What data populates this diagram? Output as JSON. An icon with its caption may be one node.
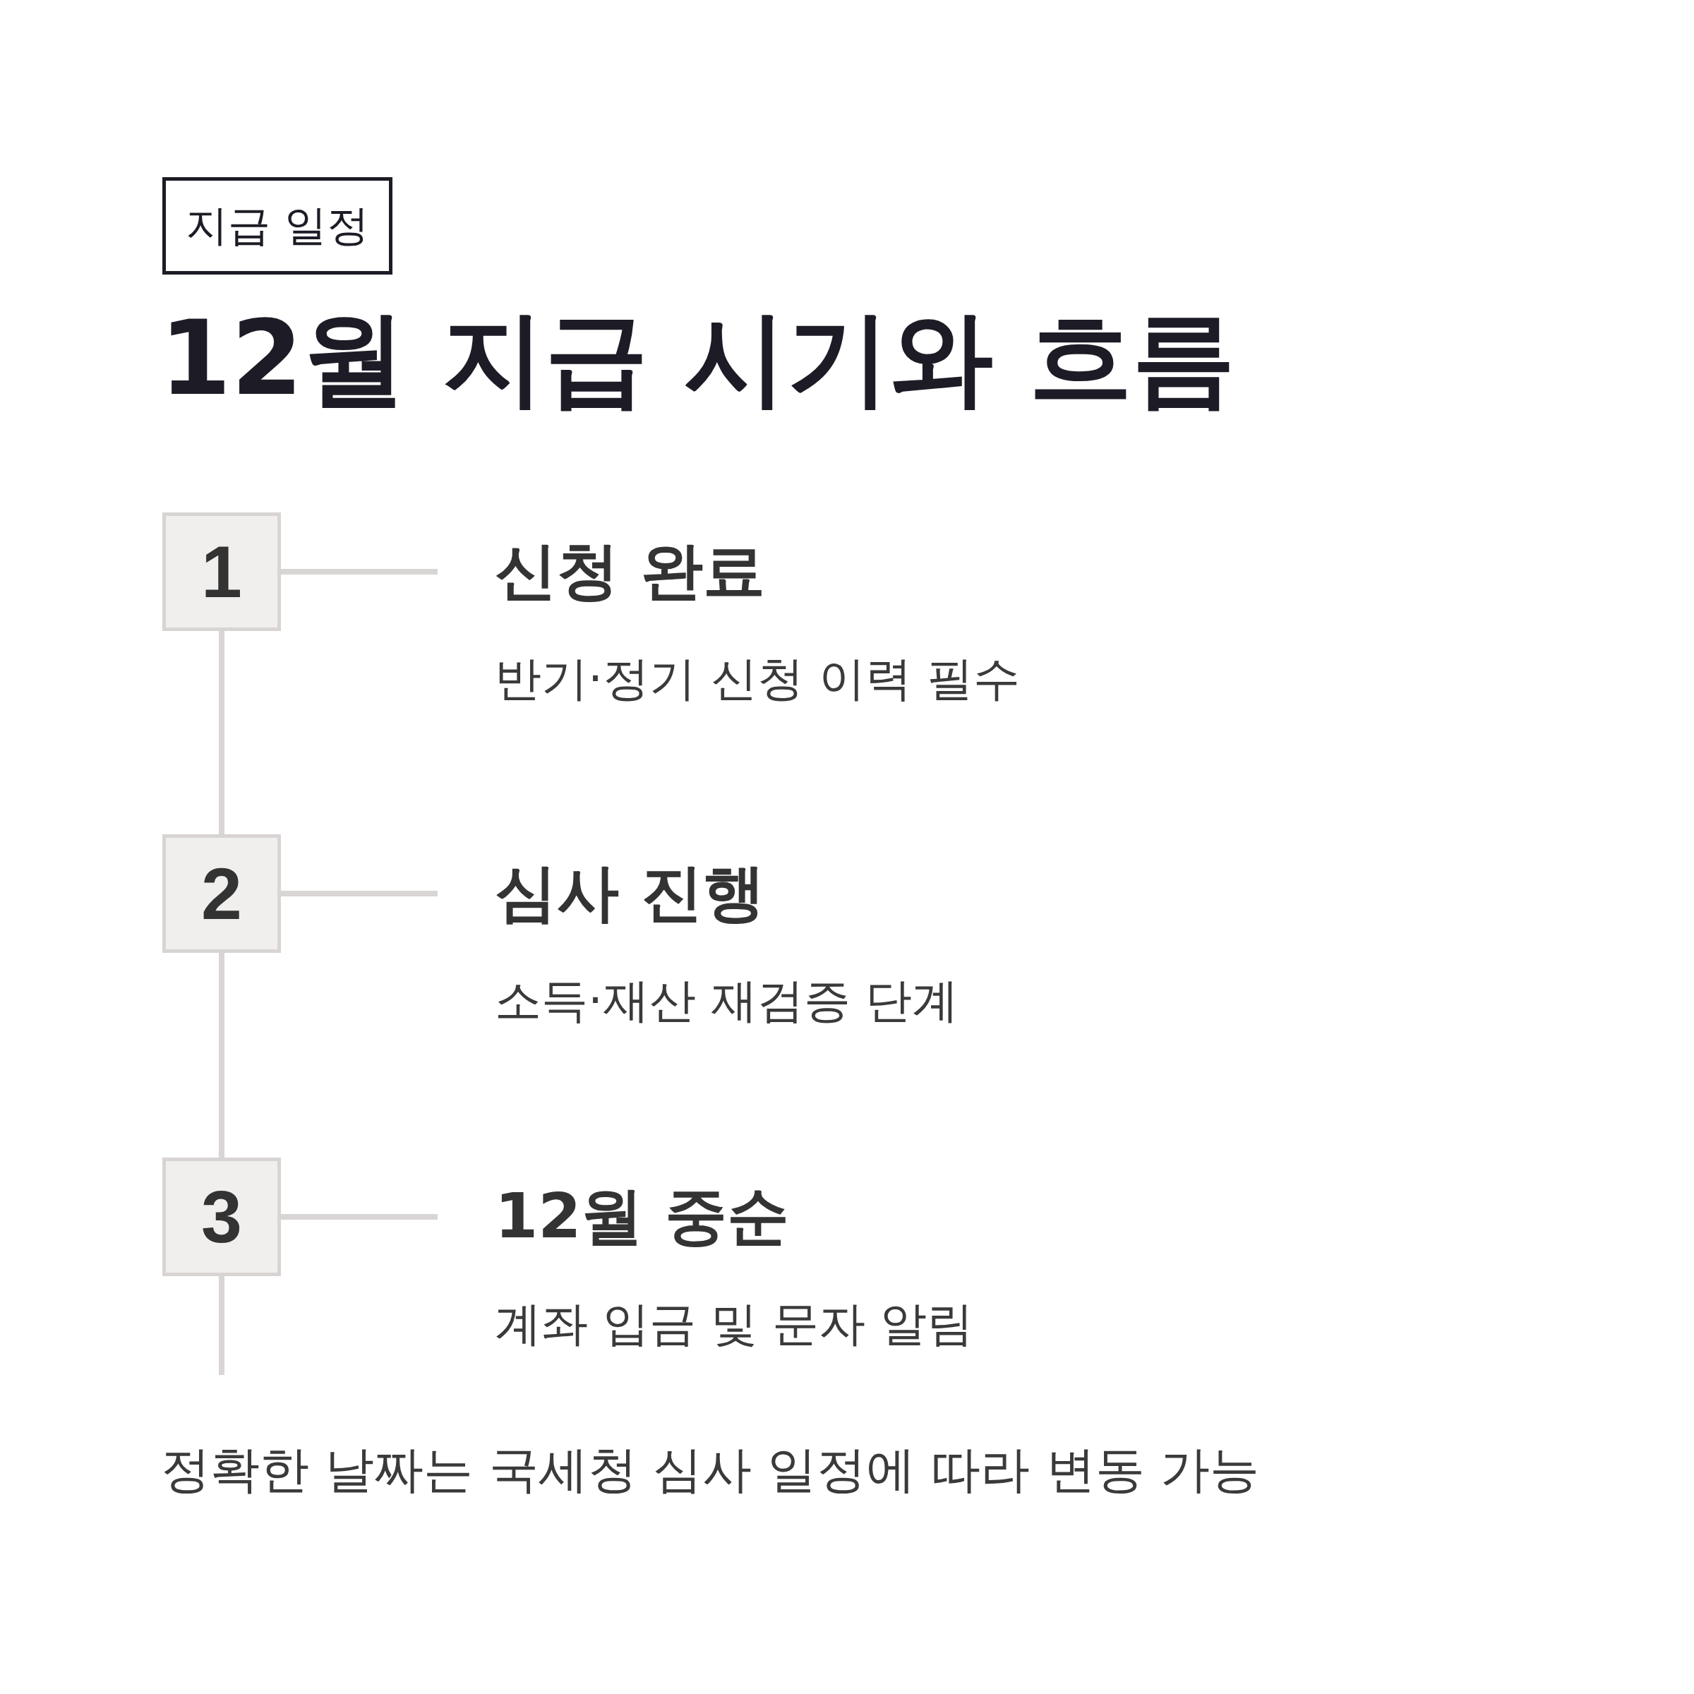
{
  "diagram": {
    "title": "12월 지급 시기와 흐름",
    "nodes": [
      {
        "text": [
          "지급 일정"
        ]
      },
      {
        "text": [
          "1"
        ]
      },
      {
        "text": [
          "신청 완료",
          "반기·정기 신청 이력 필수"
        ]
      },
      {
        "text": [
          "2"
        ]
      },
      {
        "text": [
          "심사 진행",
          "소득·재산 재검증 단계"
        ]
      },
      {
        "text": [
          "3"
        ]
      },
      {
        "text": [
          "12월 중순",
          "계좌 입금 및 문자 알림"
        ]
      }
    ],
    "edges": [
      {
        "from": 1,
        "to": 2,
        "arrow": "none"
      },
      {
        "from": 3,
        "to": 4,
        "arrow": "none"
      },
      {
        "from": 5,
        "to": 6,
        "arrow": "none"
      },
      {
        "from": 1,
        "to": 3,
        "arrow": "none"
      },
      {
        "from": 3,
        "to": 5,
        "arrow": "none"
      },
      {
        "from": 5,
        "to": null,
        "arrow": "none"
      }
    ],
    "labels": [
      "정확한 날짜는 국세청 심사 일정에 따라 변동 가능"
    ]
  }
}
